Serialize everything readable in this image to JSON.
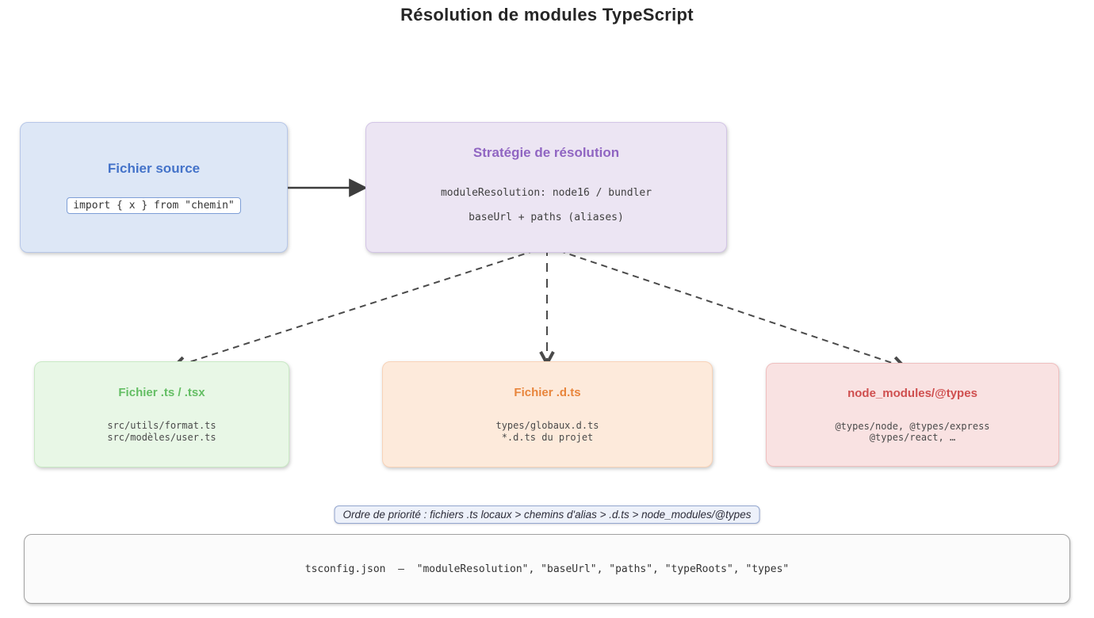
{
  "title": "Résolution de modules TypeScript",
  "nodes": {
    "source": {
      "title": "Fichier source",
      "code": "import { x } from \"chemin\""
    },
    "strategy": {
      "title": "Stratégie de résolution",
      "line1": "moduleResolution: node16 / bundler",
      "line2": "baseUrl + paths (aliases)"
    },
    "ts": {
      "title": "Fichier .ts / .tsx",
      "line1": "src/utils/format.ts",
      "line2": "src/modèles/user.ts"
    },
    "dts": {
      "title": "Fichier .d.ts",
      "line1": "types/globaux.d.ts",
      "line2": "*.d.ts du projet"
    },
    "types": {
      "title": "node_modules/@types",
      "line1": "@types/node, @types/express",
      "line2": "@types/react, …"
    }
  },
  "priority_note": "Ordre de priorité : fichiers .ts locaux > chemins d'alias > .d.ts > node_modules/@types",
  "footer": "tsconfig.json  —  \"moduleResolution\", \"baseUrl\", \"paths\", \"typeRoots\", \"types\"",
  "colors": {
    "source_accent": "#4473c9",
    "source_bg": "#dde7f6",
    "strategy_accent": "#9065c2",
    "strategy_bg": "#ece5f3",
    "ts_accent": "#64be64",
    "ts_bg": "#e8f7e6",
    "dts_accent": "#e8853c",
    "dts_bg": "#fdeadb",
    "types_accent": "#cf4f4f",
    "types_bg": "#f9e2e2",
    "arrow": "#3d3d3d"
  }
}
